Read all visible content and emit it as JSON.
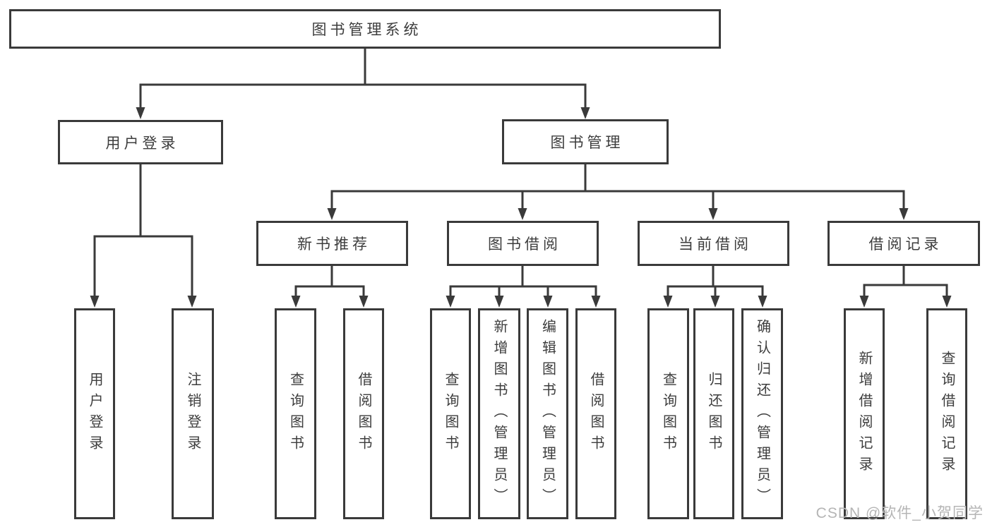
{
  "diagram": {
    "root": {
      "label": "图书管理系统"
    },
    "branches": [
      {
        "label": "用户登录",
        "leaves": [
          "用户登录",
          "注销登录"
        ]
      },
      {
        "label": "图书管理",
        "groups": [
          {
            "label": "新书推荐",
            "leaves": [
              "查询图书",
              "借阅图书"
            ]
          },
          {
            "label": "图书借阅",
            "leaves": [
              "查询图书",
              "新增图书（管理员）",
              "编辑图书（管理员）",
              "借阅图书"
            ]
          },
          {
            "label": "当前借阅",
            "leaves": [
              "查询图书",
              "归还图书",
              "确认归还（管理员）"
            ]
          },
          {
            "label": "借阅记录",
            "leaves": [
              "新增借阅记录",
              "查询借阅记录"
            ]
          }
        ]
      }
    ]
  },
  "watermark": {
    "text": "CSDN @软件_小贺同学"
  },
  "colors": {
    "line": "#3a3a3a",
    "box_border": "#3a3a3a",
    "text": "#3d3d3d",
    "background": "#ffffff",
    "watermark": "#b5b5b5"
  }
}
